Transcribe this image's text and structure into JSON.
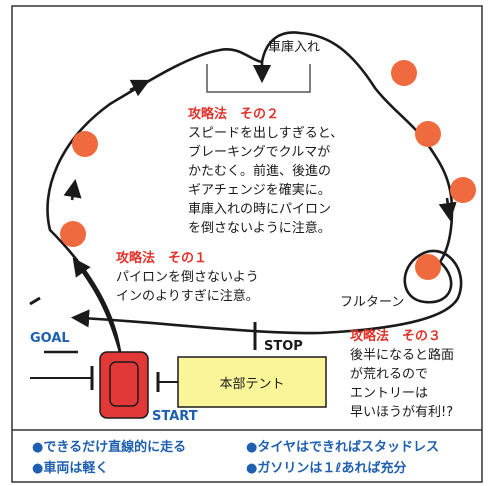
{
  "colors": {
    "route_line": "#1a1a1a",
    "pylon": "#ef6a3e",
    "car_body": "#e23838",
    "tent_fill": "#fbf59a",
    "tip_title": "#e0332a",
    "accent_blue": "#1f5fb0",
    "frame_line": "#333333"
  },
  "labels": {
    "garage": "車庫入れ",
    "full_turn": "フルターン",
    "stop": "STOP",
    "goal": "GOAL",
    "start": "START",
    "tent": "本部テント"
  },
  "tips": [
    {
      "title": "攻略法　その２",
      "lines": [
        "スピードを出しすぎると、",
        "ブレーキングでクルマが",
        "かたむく。前進、後進の",
        "ギアチェンジを確実に。",
        "車庫入れの時にパイロン",
        "を倒さないように注意。"
      ]
    },
    {
      "title": "攻略法　その１",
      "lines": [
        "パイロンを倒さないよう",
        "インのよりすぎに注意。"
      ]
    },
    {
      "title": "攻略法　その３",
      "lines": [
        "後半になると路面",
        "が荒れるので",
        "エントリーは",
        "早いほうが有利!?"
      ]
    }
  ],
  "notes": [
    "●できるだけ直線的に走る",
    "●タイヤはできればスタッドレス",
    "●車両は軽く",
    "●ガソリンは１ℓあれば充分"
  ],
  "icons": {
    "pylon": "pylon-icon",
    "car": "car-icon",
    "arrow": "arrowhead-icon"
  }
}
